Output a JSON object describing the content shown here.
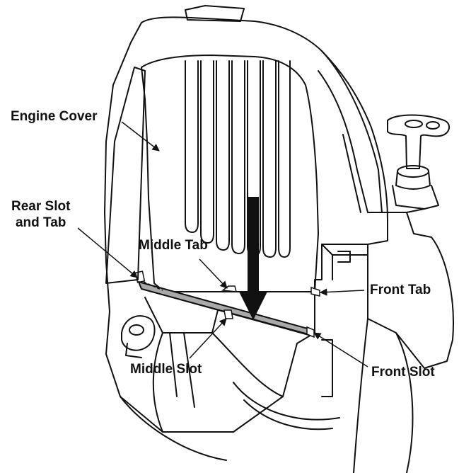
{
  "labels": {
    "engine_cover": "Engine Cover",
    "rear_slot_line1": "Rear Slot",
    "rear_slot_line2": "and Tab",
    "middle_tab": "Middle Tab",
    "front_tab": "Front Tab",
    "middle_slot": "Middle Slot",
    "front_slot": "Front Slot"
  },
  "colors": {
    "line": "#111111",
    "panel_fill": "#a9a9a9",
    "background": "#ffffff"
  }
}
